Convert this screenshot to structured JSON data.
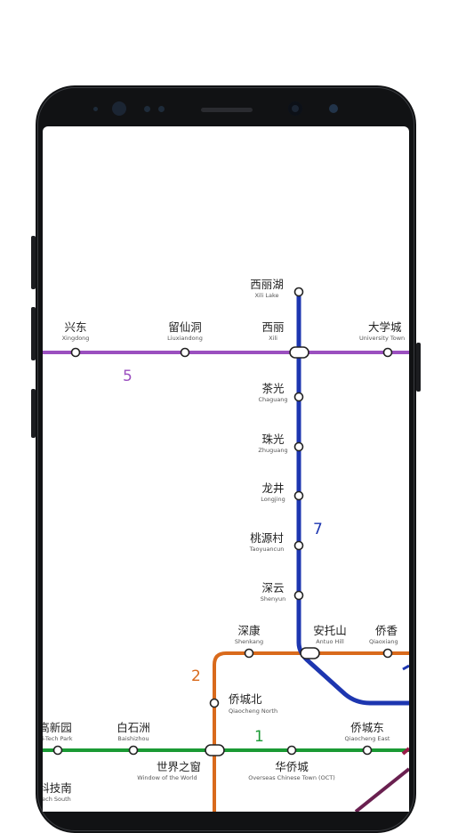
{
  "lines": [
    {
      "id": "1",
      "label": "1",
      "color": "#1a9a34"
    },
    {
      "id": "2",
      "label": "2",
      "color": "#d96a1c"
    },
    {
      "id": "5",
      "label": "5",
      "color": "#9b4fbf"
    },
    {
      "id": "7",
      "label": "7",
      "color": "#1d36b0"
    }
  ],
  "stations": {
    "xili_lake": {
      "zh": "西丽湖",
      "en": "Xili Lake"
    },
    "xingdong": {
      "zh": "兴东",
      "en": "Xingdong"
    },
    "liuxiandong": {
      "zh": "留仙洞",
      "en": "Liuxiandong"
    },
    "xili": {
      "zh": "西丽",
      "en": "Xili"
    },
    "university_town": {
      "zh": "大学城",
      "en": "University Town"
    },
    "chaguang": {
      "zh": "茶光",
      "en": "Chaguang"
    },
    "zhuguang": {
      "zh": "珠光",
      "en": "Zhuguang"
    },
    "longjing": {
      "zh": "龙井",
      "en": "Longjing"
    },
    "taoyuancun": {
      "zh": "桃源村",
      "en": "Taoyuancun"
    },
    "shenyun": {
      "zh": "深云",
      "en": "Shenyun"
    },
    "shenkang": {
      "zh": "深康",
      "en": "Shenkang"
    },
    "antuo_hill": {
      "zh": "安托山",
      "en": "Antuo Hill"
    },
    "qiaoxiang": {
      "zh": "侨香",
      "en": "Qiaoxiang"
    },
    "qiaocheng_north": {
      "zh": "侨城北",
      "en": "Qiaocheng North"
    },
    "hi_tech_park": {
      "zh": "高新园",
      "en": "Hi-Tech Park"
    },
    "baishizhou": {
      "zh": "白石洲",
      "en": "Baishizhou"
    },
    "qiaocheng_east": {
      "zh": "侨城东",
      "en": "Qiaocheng East"
    },
    "window_of_the_world": {
      "zh": "世界之窗",
      "en": "Window of the World"
    },
    "oct": {
      "zh": "华侨城",
      "en": "Overseas Chinese Town (OCT)"
    },
    "tech_south": {
      "zh": "科技南",
      "en": "Tech South"
    }
  }
}
